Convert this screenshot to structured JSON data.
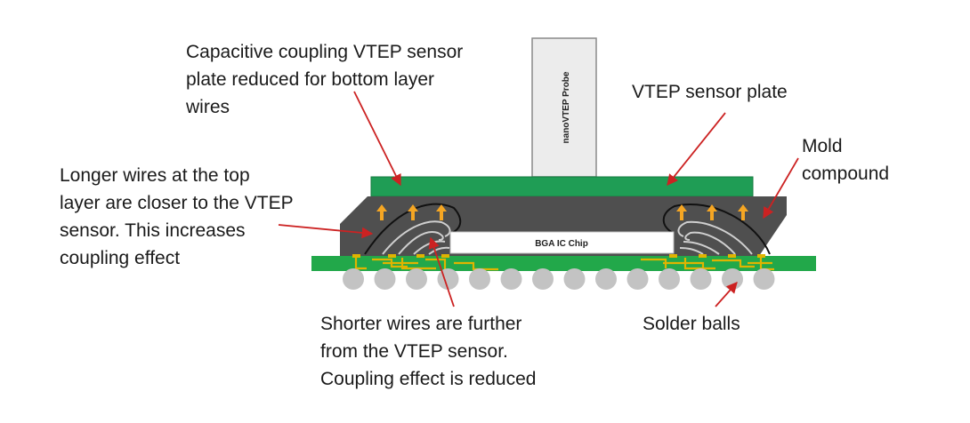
{
  "labels": {
    "capacitive_plate": "Capacitive coupling VTEP sensor\nplate reduced for bottom layer\nwires",
    "longer_wires": "Longer wires at the top\nlayer are closer to the VTEP\nsensor. This increases\ncoupling effect",
    "shorter_wires": "Shorter wires are further\nfrom the VTEP sensor.\nCoupling effect is reduced",
    "sensor_plate": "VTEP sensor plate",
    "mold_compound": "Mold\ncompound",
    "solder_balls": "Solder balls",
    "probe": "nanoVTEP Probe",
    "chip": "BGA IC Chip"
  },
  "colors": {
    "probe_fill": "#ececec",
    "sensor_plate": "#1f9d55",
    "mold": "#4f4f4f",
    "chip": "#ffffff",
    "substrate": "#22a84a",
    "traces": "#e0b400",
    "solder_ball": "#c3c3c3",
    "arrows": "#f5a623",
    "callout_line": "#cc2222"
  }
}
